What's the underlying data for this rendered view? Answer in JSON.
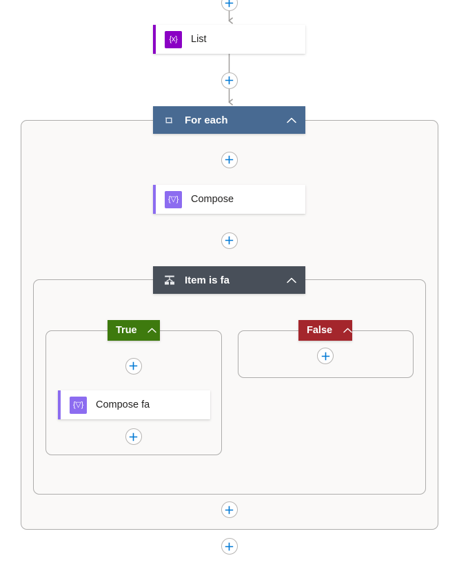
{
  "canvas": {
    "background": "#ffffff",
    "scope_background": "#faf9f8",
    "border_color": "#adacab",
    "connector_color": "#a19f9d",
    "plus_color": "#0078d4"
  },
  "nodes": {
    "list": {
      "title": "List",
      "icon": "list-variable-icon",
      "icon_glyph": "{x}",
      "icon_color": "#8a00c4",
      "accent_color": "#8a00c4"
    },
    "for_each": {
      "title": "For each",
      "icon": "loop-icon",
      "header_color": "#486a92",
      "chevron": "chevron-up-icon"
    },
    "compose": {
      "title": "Compose",
      "icon": "compose-icon",
      "icon_glyph": "{▽}",
      "icon_color": "#8c6cf0",
      "accent_color": "#8c6cf0"
    },
    "condition": {
      "title": "Item is fa",
      "icon": "condition-branch-icon",
      "header_color": "#484f59",
      "chevron": "chevron-up-icon"
    },
    "branch_true": {
      "label": "True",
      "badge_color": "#3e7a0e",
      "chevron": "chevron-up-icon"
    },
    "branch_false": {
      "label": "False",
      "badge_color": "#a4262c",
      "chevron": "chevron-up-icon"
    },
    "compose_fa": {
      "title": "Compose fa",
      "icon": "compose-icon",
      "icon_glyph": "{▽}",
      "icon_color": "#8c6cf0",
      "accent_color": "#8c6cf0"
    }
  },
  "insert_buttons": [
    {
      "name": "insert-above-list",
      "label": "+"
    },
    {
      "name": "insert-between-list-and-foreach",
      "label": "+"
    },
    {
      "name": "insert-inside-foreach-top",
      "label": "+"
    },
    {
      "name": "insert-between-compose-and-condition",
      "label": "+"
    },
    {
      "name": "insert-in-false-branch",
      "label": "+"
    },
    {
      "name": "insert-in-true-branch-above-composefa",
      "label": "+"
    },
    {
      "name": "insert-in-true-branch-below-composefa",
      "label": "+"
    },
    {
      "name": "insert-inside-foreach-bottom",
      "label": "+"
    },
    {
      "name": "insert-after-foreach",
      "label": "+"
    }
  ]
}
